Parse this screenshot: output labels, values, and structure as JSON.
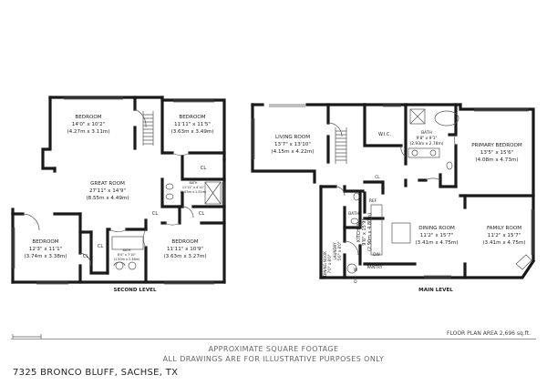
{
  "second_level": {
    "title": "SECOND LEVEL",
    "rooms": [
      {
        "id": "bedroom-top-left",
        "name": "BEDROOM",
        "dims": [
          "14'0\" x 10'2\"",
          "(4.27m x 3.11m)"
        ]
      },
      {
        "id": "bedroom-top-right",
        "name": "BEDROOM",
        "dims": [
          "11'11\" x 11'5\"",
          "(3.63m x 3.49m)"
        ]
      },
      {
        "id": "great-room",
        "name": "GREAT ROOM",
        "dims": [
          "27'11\" x 14'9\"",
          "(8.55m x 4.49m)"
        ]
      },
      {
        "id": "bedroom-bottom-left",
        "name": "BEDROOM",
        "dims": [
          "12'3\" x 11'1\"",
          "(3.74m x 3.38m)"
        ]
      },
      {
        "id": "bedroom-bottom-right",
        "name": "BEDROOM",
        "dims": [
          "11'11\" x 10'9\"",
          "(3.63m x 3.27m)"
        ]
      },
      {
        "id": "bath-mid",
        "name": "BATH",
        "dims": [
          "11'11\" x 4'11\"",
          "(3.63m x 1.51m)"
        ]
      },
      {
        "id": "bath-lower",
        "name": "BATH",
        "dims": [
          "8'0\" x 7'10\"",
          "(1.50m x 2.38m)"
        ]
      }
    ],
    "closets": [
      "CL",
      "CL",
      "CL",
      "CL",
      "CL"
    ]
  },
  "main_level": {
    "title": "MAIN LEVEL",
    "rooms": [
      {
        "id": "living-room",
        "name": "LIVING ROOM",
        "dims": [
          "13'7\" x 13'10\"",
          "(4.15m x 4.22m)"
        ]
      },
      {
        "id": "primary-bath",
        "name": "BATH",
        "dims": [
          "9'8\" x 9'1\"",
          "(2.93m x 2.78m)"
        ]
      },
      {
        "id": "primary-bedroom",
        "name": "PRIMARY BEDROOM",
        "dims": [
          "13'5\" x 15'6\"",
          "(4.08m x 4.73m)"
        ]
      },
      {
        "id": "dining-room",
        "name": "DINING ROOM",
        "dims": [
          "11'2\" x 15'7\"",
          "(3.41m x 4.75m)"
        ]
      },
      {
        "id": "family-room",
        "name": "FAMILY ROOM",
        "dims": [
          "11'2\" x 15'7\"",
          "(3.41m x 4.75m)"
        ]
      }
    ],
    "kitchen": {
      "name": "KITCHEN",
      "dims": "9'6\" x 15'9\"",
      "metric": "(2.90m x 4.80m)"
    },
    "laundry": {
      "name": "LAUNDRY",
      "dims": "5'6\" x 8'0\""
    },
    "dining_nook": {
      "name": "DINING NOOK",
      "dims": "7'0\" x 8'0\""
    },
    "labels": {
      "wic": "W.I.C.",
      "ref": "REF",
      "dw": "DW",
      "pantry": "PANTRY",
      "bath": "BATH",
      "cl": "CL",
      "w": "W",
      "d": "D"
    }
  },
  "footer": {
    "floor_plan_area": "FLOOR PLAN AREA 2,696 sq.ft.",
    "line1": "APPROXIMATE SQUARE FOOTAGE",
    "line2": "ALL DRAWINGS ARE FOR ILLUSTRATIVE PURPOSES ONLY",
    "address": "7325 BRONCO BLUFF, SACHSE, TX"
  },
  "colors": {
    "wall": "#1a1a1a",
    "line": "#555555",
    "text": "#222222"
  }
}
